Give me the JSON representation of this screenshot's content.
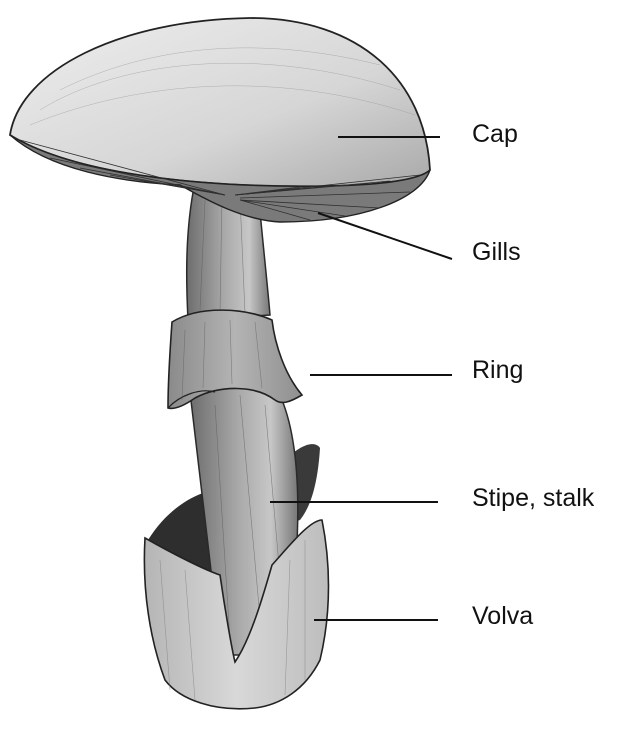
{
  "figure": {
    "subject": "mushroom-anatomy-illustration",
    "labels": {
      "cap": "Cap",
      "gills": "Gills",
      "ring": "Ring",
      "stipe": "Stipe, stalk",
      "volva": "Volva"
    }
  },
  "colors": {
    "background": "#ffffff",
    "ink": "#111111",
    "cap_fill": "#dcdcdc",
    "gills_fill": "#6e6e6e",
    "stalk_fill": "#9a9a9a",
    "ring_fill": "#a8a8a8",
    "volva_fill": "#c8c8c8",
    "shadow": "#3a3a3a"
  }
}
